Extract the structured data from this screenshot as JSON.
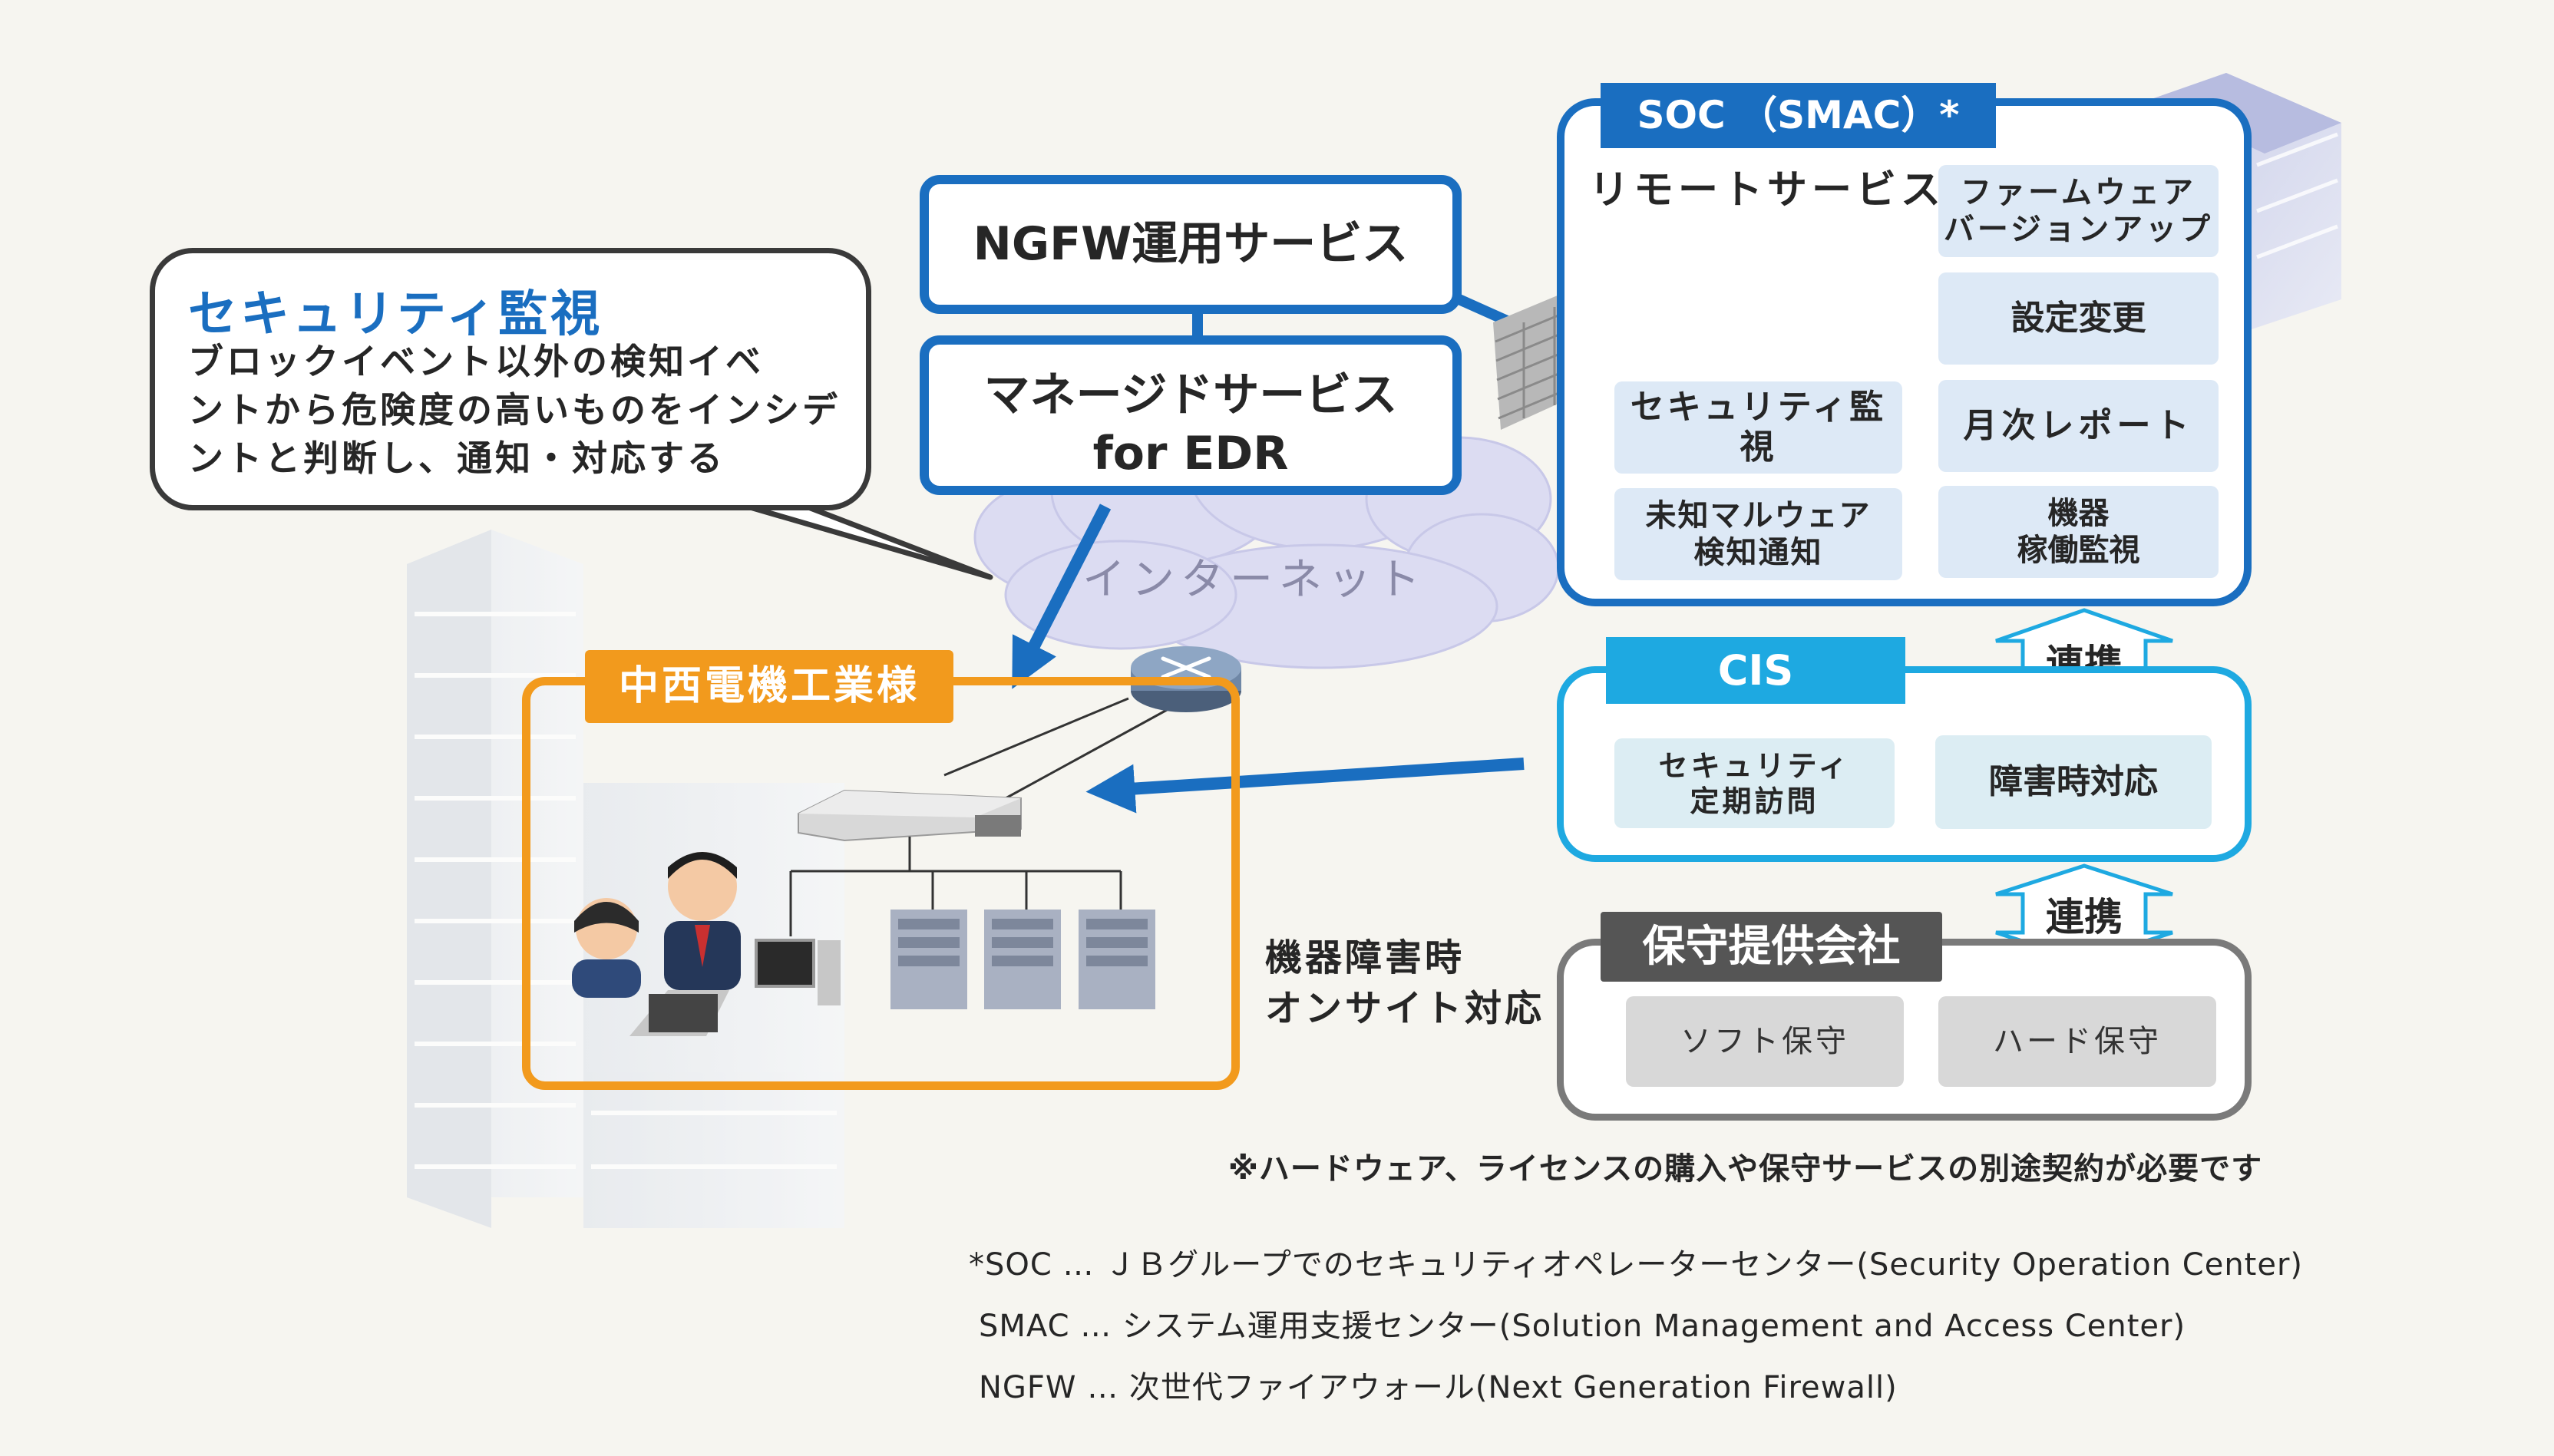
{
  "colors": {
    "blue": "#1a6ec0",
    "cyan": "#1ea9e1",
    "orange": "#f29a1d",
    "grey": "#7a7a7a",
    "dark_tag": "#555555",
    "tile_blue": "#dde9f6",
    "tile_lblue": "#dcedf3",
    "tile_grey": "#d8d8d8"
  },
  "bubble": {
    "title": "セキュリティ監視",
    "lines": [
      "ブロックイベント以外の検知イベ",
      "ントから危険度の高いものをインシデ",
      "ントと判断し、通知・対応する"
    ]
  },
  "services": {
    "ngfw": "NGFW運用サービス",
    "mdr_line1": "マネージドサービス",
    "mdr_line2": "for EDR"
  },
  "internet_label": "インターネット",
  "soc": {
    "tag": "SOC （SMAC）*",
    "remote_label": "リモートサービス",
    "tiles": {
      "firmware": "ファームウェア\nバージョンアップ",
      "settings": "設定変更",
      "monthly": "月次レポート",
      "device_monitor": "機器\n稼働監視",
      "security_monitor": "セキュリティ監視",
      "malware": "未知マルウェア\n検知通知"
    }
  },
  "link_label": "連携",
  "cis": {
    "tag": "CIS",
    "tiles": {
      "visit": "セキュリティ\n定期訪問",
      "failure": "障害時対応"
    }
  },
  "maintenance": {
    "tag": "保守提供会社",
    "tiles": {
      "soft": "ソフト保守",
      "hard": "ハード保守"
    }
  },
  "client": {
    "tag": "中西電機工業様"
  },
  "onsite": {
    "line1": "機器障害時",
    "line2": "オンサイト対応"
  },
  "note": "※ハードウェア、ライセンスの購入や保守サービスの別途契約が必要です",
  "glossary": [
    "*SOC … ＪＢグループでのセキュリティオペレーターセンター(Security Operation Center)",
    "SMAC … システム運用支援センター(Solution Management and Access Center)",
    "NGFW … 次世代ファイアウォール(Next Generation Firewall)"
  ]
}
